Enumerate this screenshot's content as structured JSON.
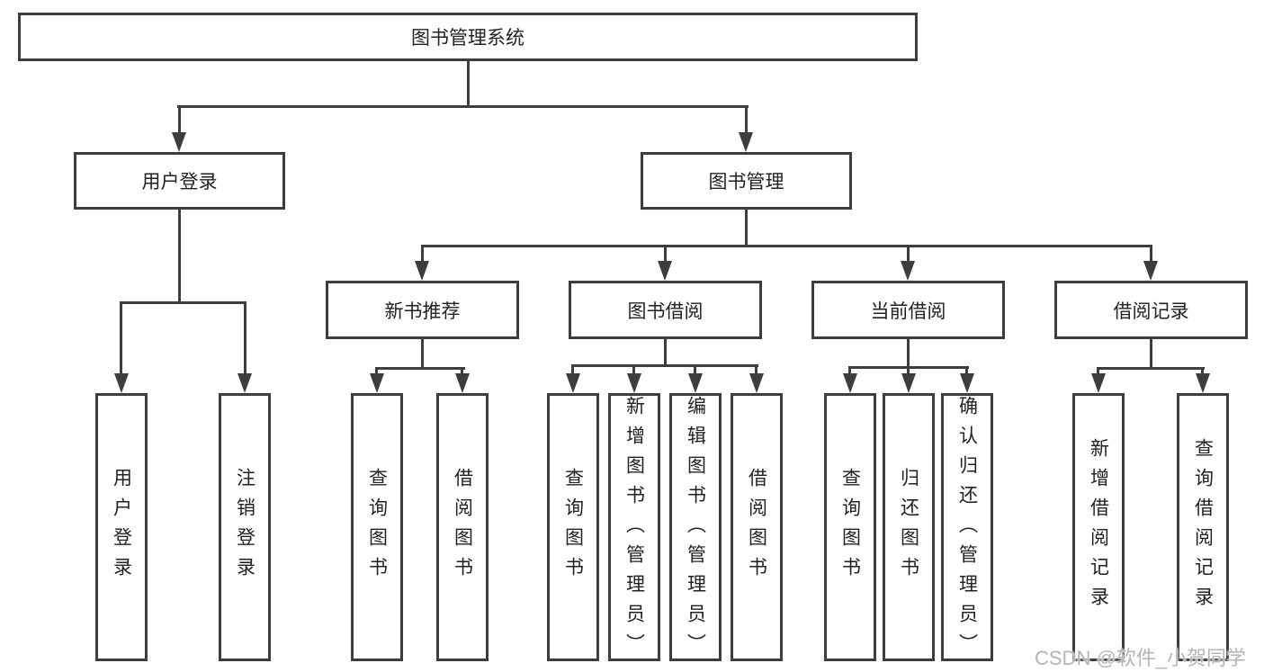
{
  "watermark": "CSDN @软件_小贺同学",
  "tree": {
    "root": "图书管理系统",
    "user_login": {
      "label": "用户登录",
      "children": [
        "用户登录",
        "注销登录"
      ]
    },
    "book_management": {
      "label": "图书管理",
      "groups": [
        {
          "label": "新书推荐",
          "children": [
            "查询图书",
            "借阅图书"
          ]
        },
        {
          "label": "图书借阅",
          "children": [
            "查询图书",
            "新增图书（管理员）",
            "编辑图书（管理员）",
            "借阅图书"
          ]
        },
        {
          "label": "当前借阅",
          "children": [
            "查询图书",
            "归还图书",
            "确认归还（管理员）"
          ]
        },
        {
          "label": "借阅记录",
          "children": [
            "新增借阅记录",
            "查询借阅记录"
          ]
        }
      ]
    }
  }
}
